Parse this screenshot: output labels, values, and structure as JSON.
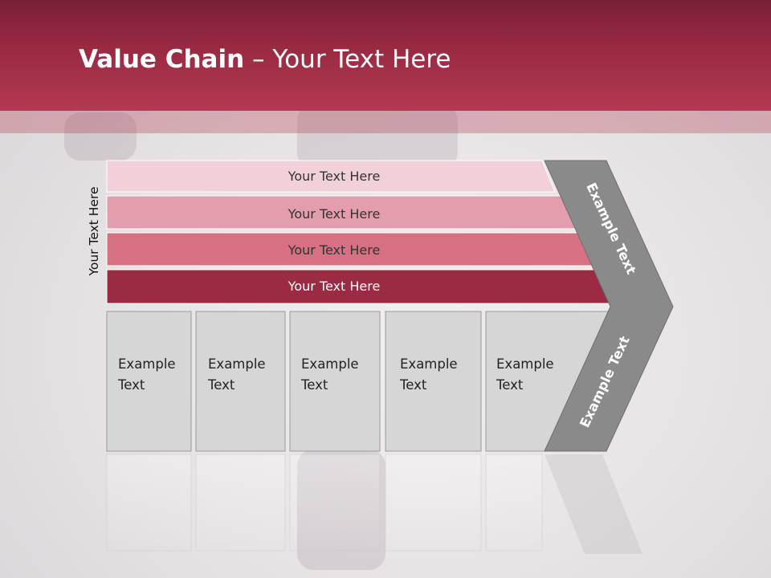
{
  "title": {
    "bold": "Value Chain",
    "rest": " – Your Text Here"
  },
  "side_label": "Your Text Here",
  "bands": [
    {
      "label": "Your Text Here",
      "fill": "#f2d0da",
      "text_color": "#333333"
    },
    {
      "label": "Your Text Here",
      "fill": "#e39dac",
      "text_color": "#333333"
    },
    {
      "label": "Your Text Here",
      "fill": "#d77082",
      "text_color": "#333333"
    },
    {
      "label": "Your Text Here",
      "fill": "#9b2a43",
      "text_color": "#ffffff"
    }
  ],
  "columns": [
    {
      "line1": "Example",
      "line2": "Text"
    },
    {
      "line1": "Example",
      "line2": "Text"
    },
    {
      "line1": "Example",
      "line2": "Text"
    },
    {
      "line1": "Example",
      "line2": "Text"
    },
    {
      "line1": "Example",
      "line2": "Text"
    }
  ],
  "arrow": {
    "upper_label": "Example Text",
    "lower_label": "Example Text",
    "fill": "#8a8a8a"
  },
  "colors": {
    "header": "#9a2a42",
    "box_fill": "#d6d6d6",
    "box_stroke": "#9a9a9a"
  }
}
